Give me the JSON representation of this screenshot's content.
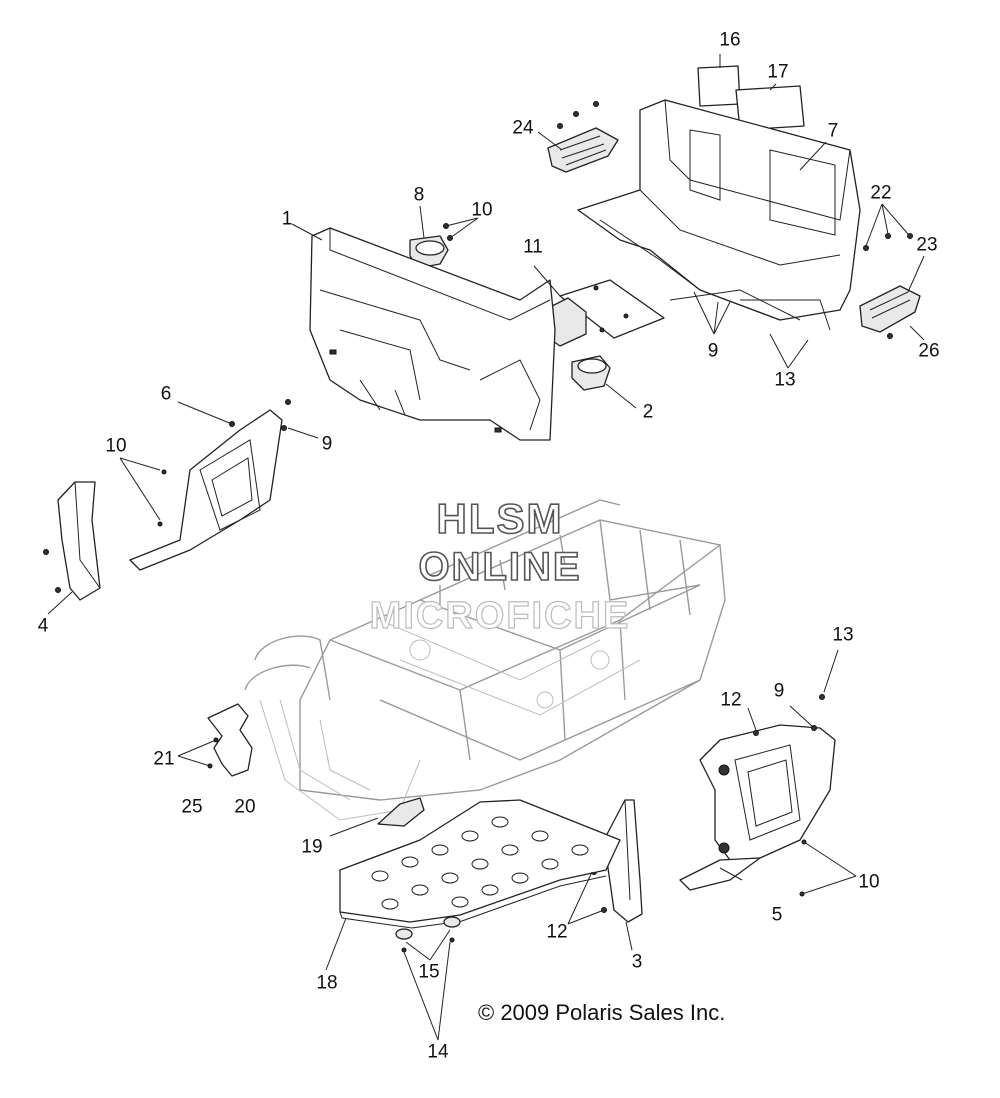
{
  "watermark": {
    "line1": "HLSM",
    "line2": "ONLINE",
    "line3": "MICROFICHE"
  },
  "copyright": "© 2009 Polaris Sales Inc.",
  "callouts": [
    {
      "id": "c16",
      "label": "16"
    },
    {
      "id": "c17",
      "label": "17"
    },
    {
      "id": "c24",
      "label": "24"
    },
    {
      "id": "c7",
      "label": "7"
    },
    {
      "id": "c8",
      "label": "8"
    },
    {
      "id": "c10a",
      "label": "10"
    },
    {
      "id": "c1",
      "label": "1"
    },
    {
      "id": "c22",
      "label": "22"
    },
    {
      "id": "c23",
      "label": "23"
    },
    {
      "id": "c11",
      "label": "11"
    },
    {
      "id": "c9a",
      "label": "9"
    },
    {
      "id": "c26",
      "label": "26"
    },
    {
      "id": "c13a",
      "label": "13"
    },
    {
      "id": "c2",
      "label": "2"
    },
    {
      "id": "c6",
      "label": "6"
    },
    {
      "id": "c9b",
      "label": "9"
    },
    {
      "id": "c10b",
      "label": "10"
    },
    {
      "id": "c4",
      "label": "4"
    },
    {
      "id": "c13b",
      "label": "13"
    },
    {
      "id": "c12a",
      "label": "12"
    },
    {
      "id": "c9c",
      "label": "9"
    },
    {
      "id": "c21",
      "label": "21"
    },
    {
      "id": "c25",
      "label": "25"
    },
    {
      "id": "c20",
      "label": "20"
    },
    {
      "id": "c19",
      "label": "19"
    },
    {
      "id": "c10c",
      "label": "10"
    },
    {
      "id": "c5",
      "label": "5"
    },
    {
      "id": "c12b",
      "label": "12"
    },
    {
      "id": "c3",
      "label": "3"
    },
    {
      "id": "c18",
      "label": "18"
    },
    {
      "id": "c15",
      "label": "15"
    },
    {
      "id": "c14",
      "label": "14"
    }
  ]
}
